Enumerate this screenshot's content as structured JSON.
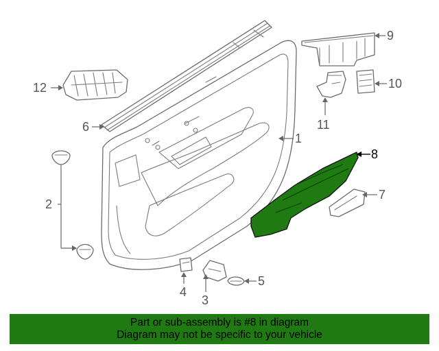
{
  "diagram": {
    "highlight_color": "#1f7a12",
    "callouts": {
      "c1": "1",
      "c2": "2",
      "c3": "3",
      "c4": "4",
      "c5": "5",
      "c6": "6",
      "c7": "7",
      "c8": "8",
      "c9": "9",
      "c10": "10",
      "c11": "11",
      "c12": "12"
    }
  },
  "banner": {
    "line1": "Part or sub-assembly is #8 in diagram",
    "line2": "Diagram may not be specific to your vehicle",
    "color": "#1f7a12"
  }
}
